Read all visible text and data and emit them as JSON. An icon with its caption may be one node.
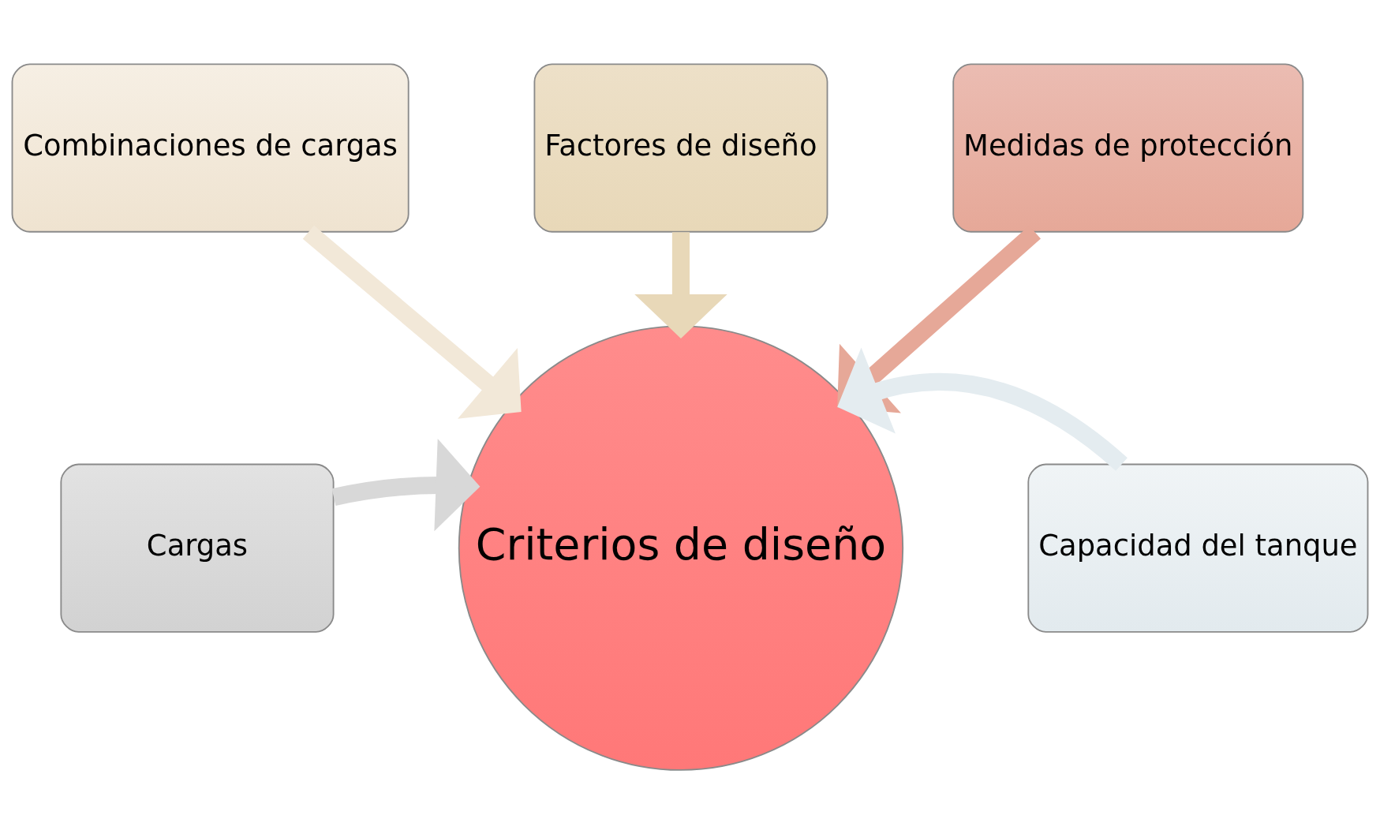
{
  "diagram": {
    "nodes": [
      {
        "text": [
          "Criterios de diseño"
        ]
      },
      {
        "text": [
          "Combinaciones de cargas"
        ]
      },
      {
        "text": [
          "Factores de diseño"
        ]
      },
      {
        "text": [
          "Medidas de protección"
        ]
      },
      {
        "text": [
          "Cargas"
        ]
      },
      {
        "text": [
          "Capacidad del tanque"
        ]
      }
    ],
    "edges": [
      {
        "from": 1,
        "to": 0,
        "arrow": "to",
        "color": "#f2e8d8"
      },
      {
        "from": 2,
        "to": 0,
        "arrow": "to",
        "color": "#e8d8b8"
      },
      {
        "from": 3,
        "to": 0,
        "arrow": "to",
        "color": "#e6a898"
      },
      {
        "from": 4,
        "to": 0,
        "arrow": "to",
        "color": "#d8d8d8"
      },
      {
        "from": 5,
        "to": 0,
        "arrow": "to",
        "color": "#e4ecf0"
      }
    ]
  }
}
